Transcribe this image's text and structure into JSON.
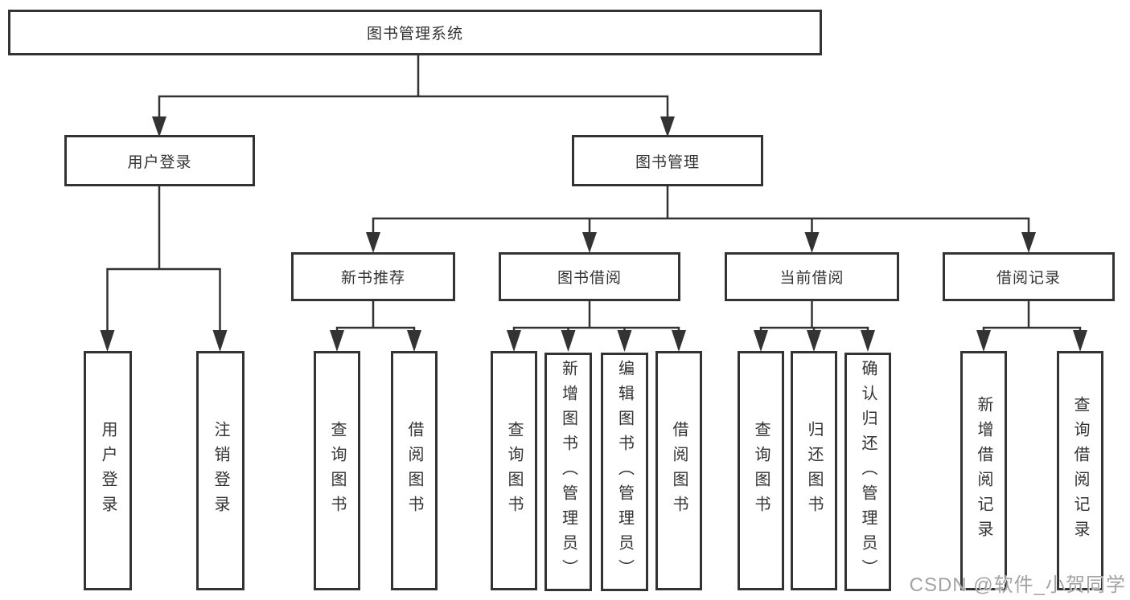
{
  "diagram": {
    "root": {
      "label": "图书管理系统"
    },
    "branches": [
      {
        "label": "用户登录",
        "children": [
          {
            "label": "用户登录"
          },
          {
            "label": "注销登录"
          }
        ]
      },
      {
        "label": "图书管理",
        "children": [
          {
            "label": "新书推荐",
            "children": [
              {
                "label": "查询图书"
              },
              {
                "label": "借阅图书"
              }
            ]
          },
          {
            "label": "图书借阅",
            "children": [
              {
                "label": "查询图书"
              },
              {
                "label": "新增图书（管理员）"
              },
              {
                "label": "编辑图书（管理员）"
              },
              {
                "label": "借阅图书"
              }
            ]
          },
          {
            "label": "当前借阅",
            "children": [
              {
                "label": "查询图书"
              },
              {
                "label": "归还图书"
              },
              {
                "label": "确认归还（管理员）"
              }
            ]
          },
          {
            "label": "借阅记录",
            "children": [
              {
                "label": "新增借阅记录"
              },
              {
                "label": "查询借阅记录"
              }
            ]
          }
        ]
      }
    ]
  },
  "watermark": {
    "text": "CSDN @软件_小贺同学"
  },
  "colors": {
    "line": "#333333",
    "box_border": "#333333",
    "box_background": "#ffffff",
    "watermark": "#a3a3a3"
  }
}
